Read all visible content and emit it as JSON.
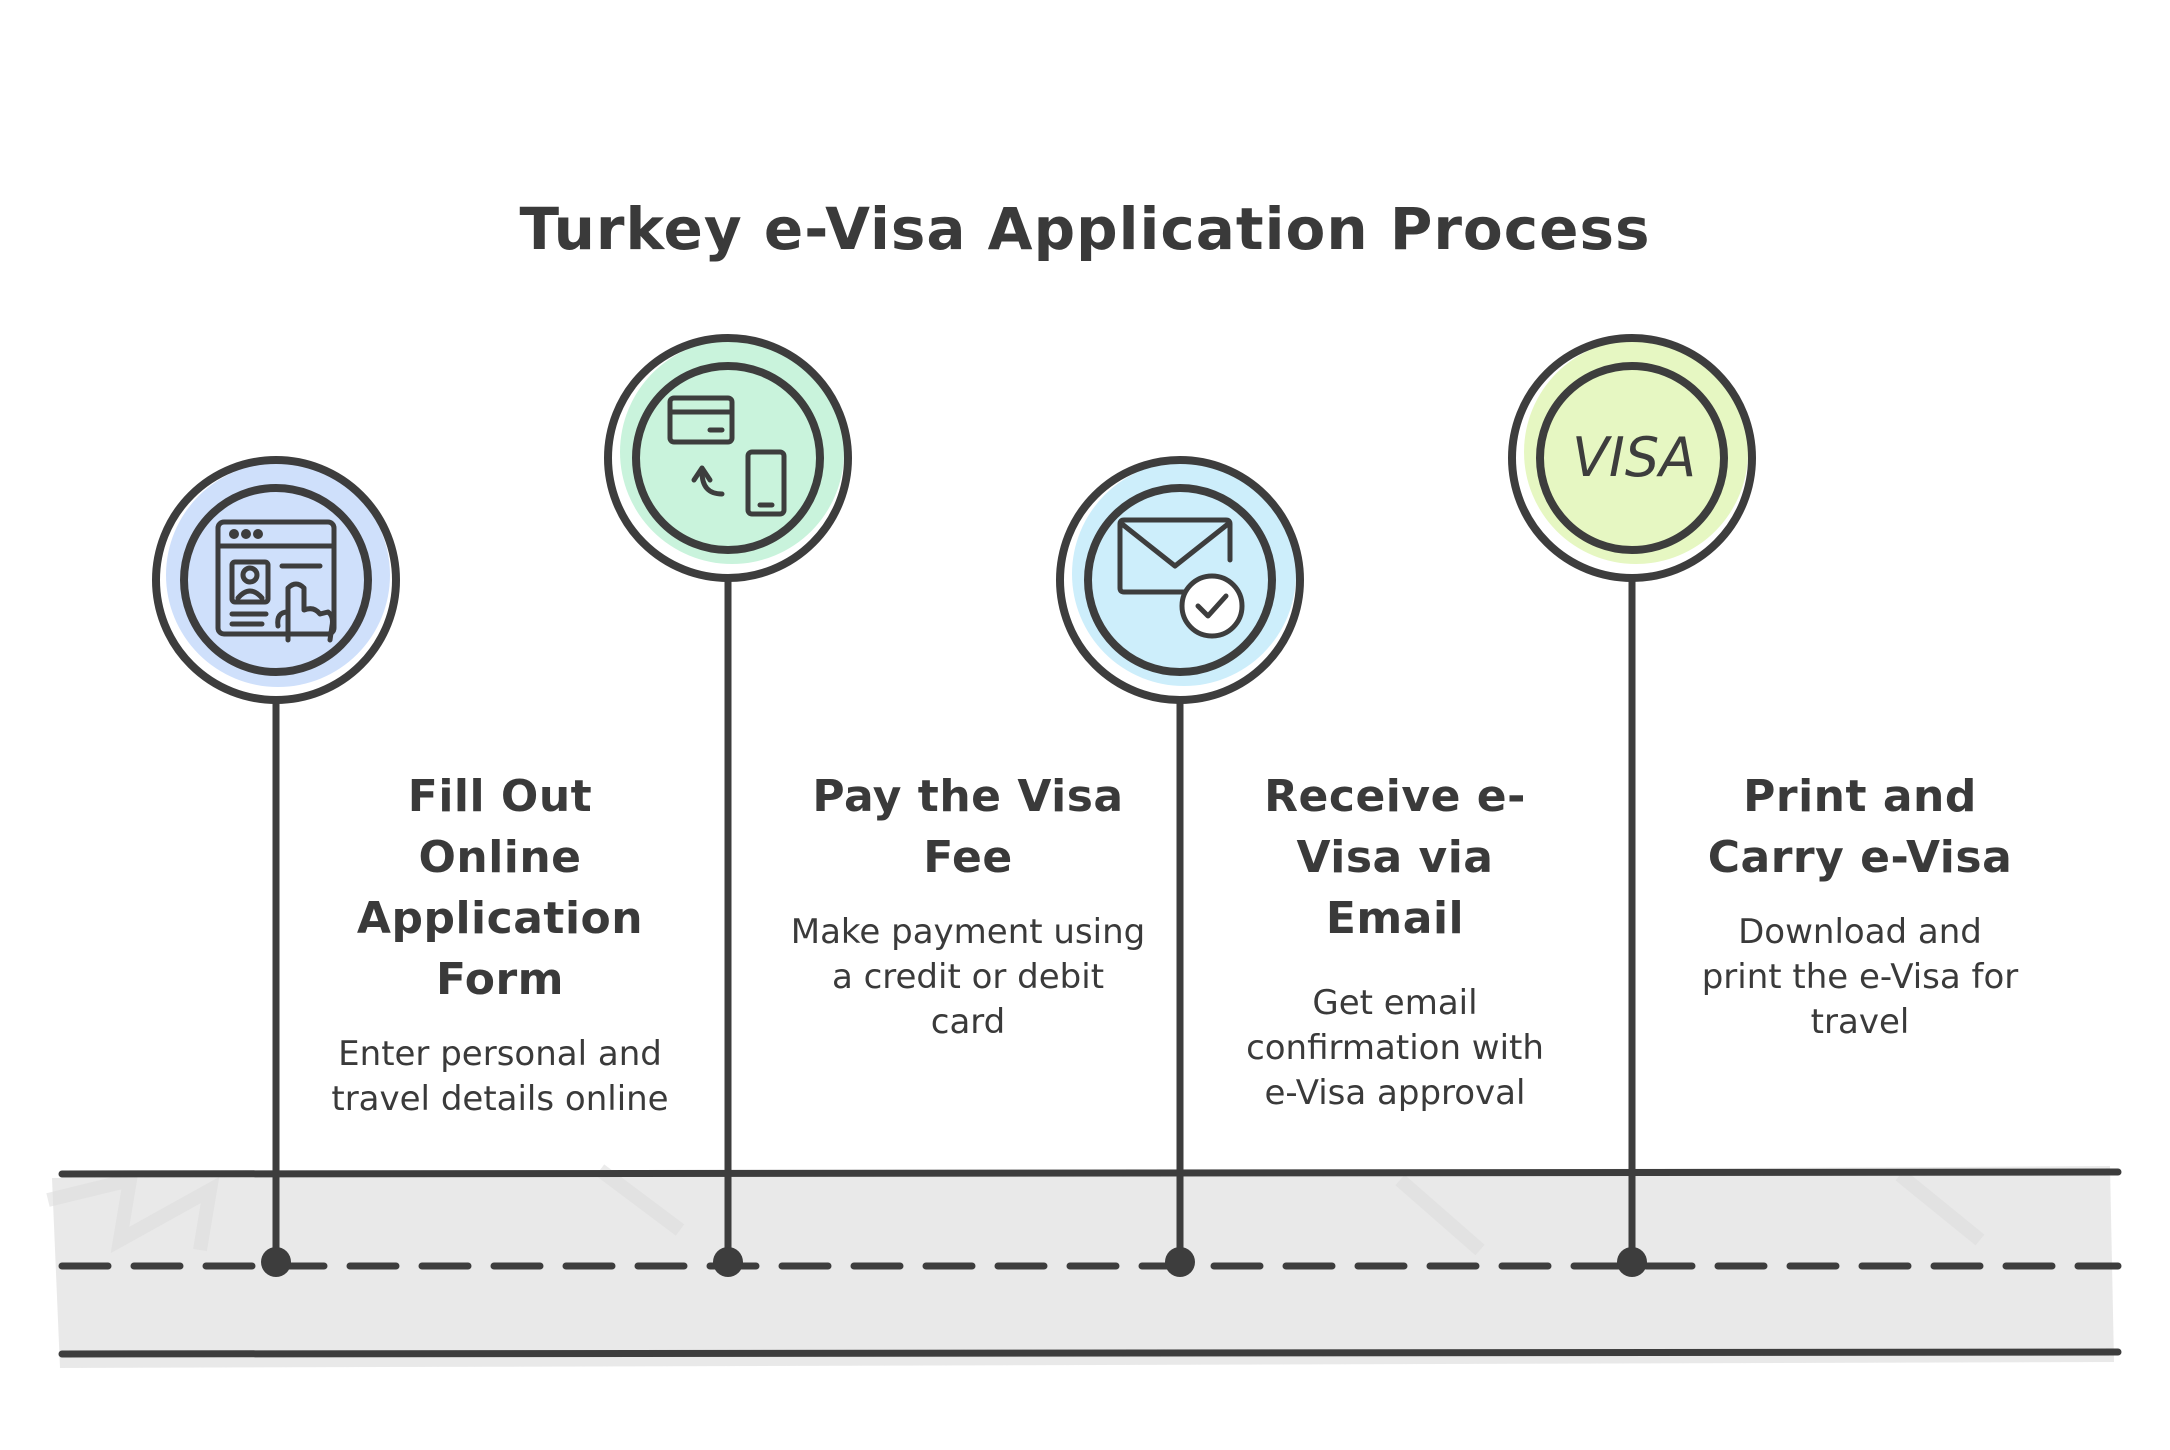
{
  "title": "Turkey e-Visa Application Process",
  "steps": [
    {
      "title_lines": [
        "Fill Out",
        "Online",
        "Application",
        "Form"
      ],
      "desc_lines": [
        "Enter personal and",
        "travel details online"
      ],
      "icon": "online-form-icon",
      "color": "#cfe0fb"
    },
    {
      "title_lines": [
        "Pay the Visa",
        "Fee"
      ],
      "desc_lines": [
        "Make payment using",
        "a credit or debit",
        "card"
      ],
      "icon": "card-payment-icon",
      "color": "#c9f3dc"
    },
    {
      "title_lines": [
        "Receive e-",
        "Visa via",
        "Email"
      ],
      "desc_lines": [
        "Get email",
        "confirmation with",
        "e-Visa approval"
      ],
      "icon": "email-check-icon",
      "color": "#cdeefb"
    },
    {
      "title_lines": [
        "Print and",
        "Carry e-Visa"
      ],
      "desc_lines": [
        "Download and",
        "print the e-Visa for",
        "travel"
      ],
      "icon": "visa-stamp-icon",
      "icon_text": "VISA",
      "color": "#e6f7c2"
    }
  ],
  "colors": {
    "stroke": "#3d3d3d",
    "road": "#e8e8e8"
  }
}
